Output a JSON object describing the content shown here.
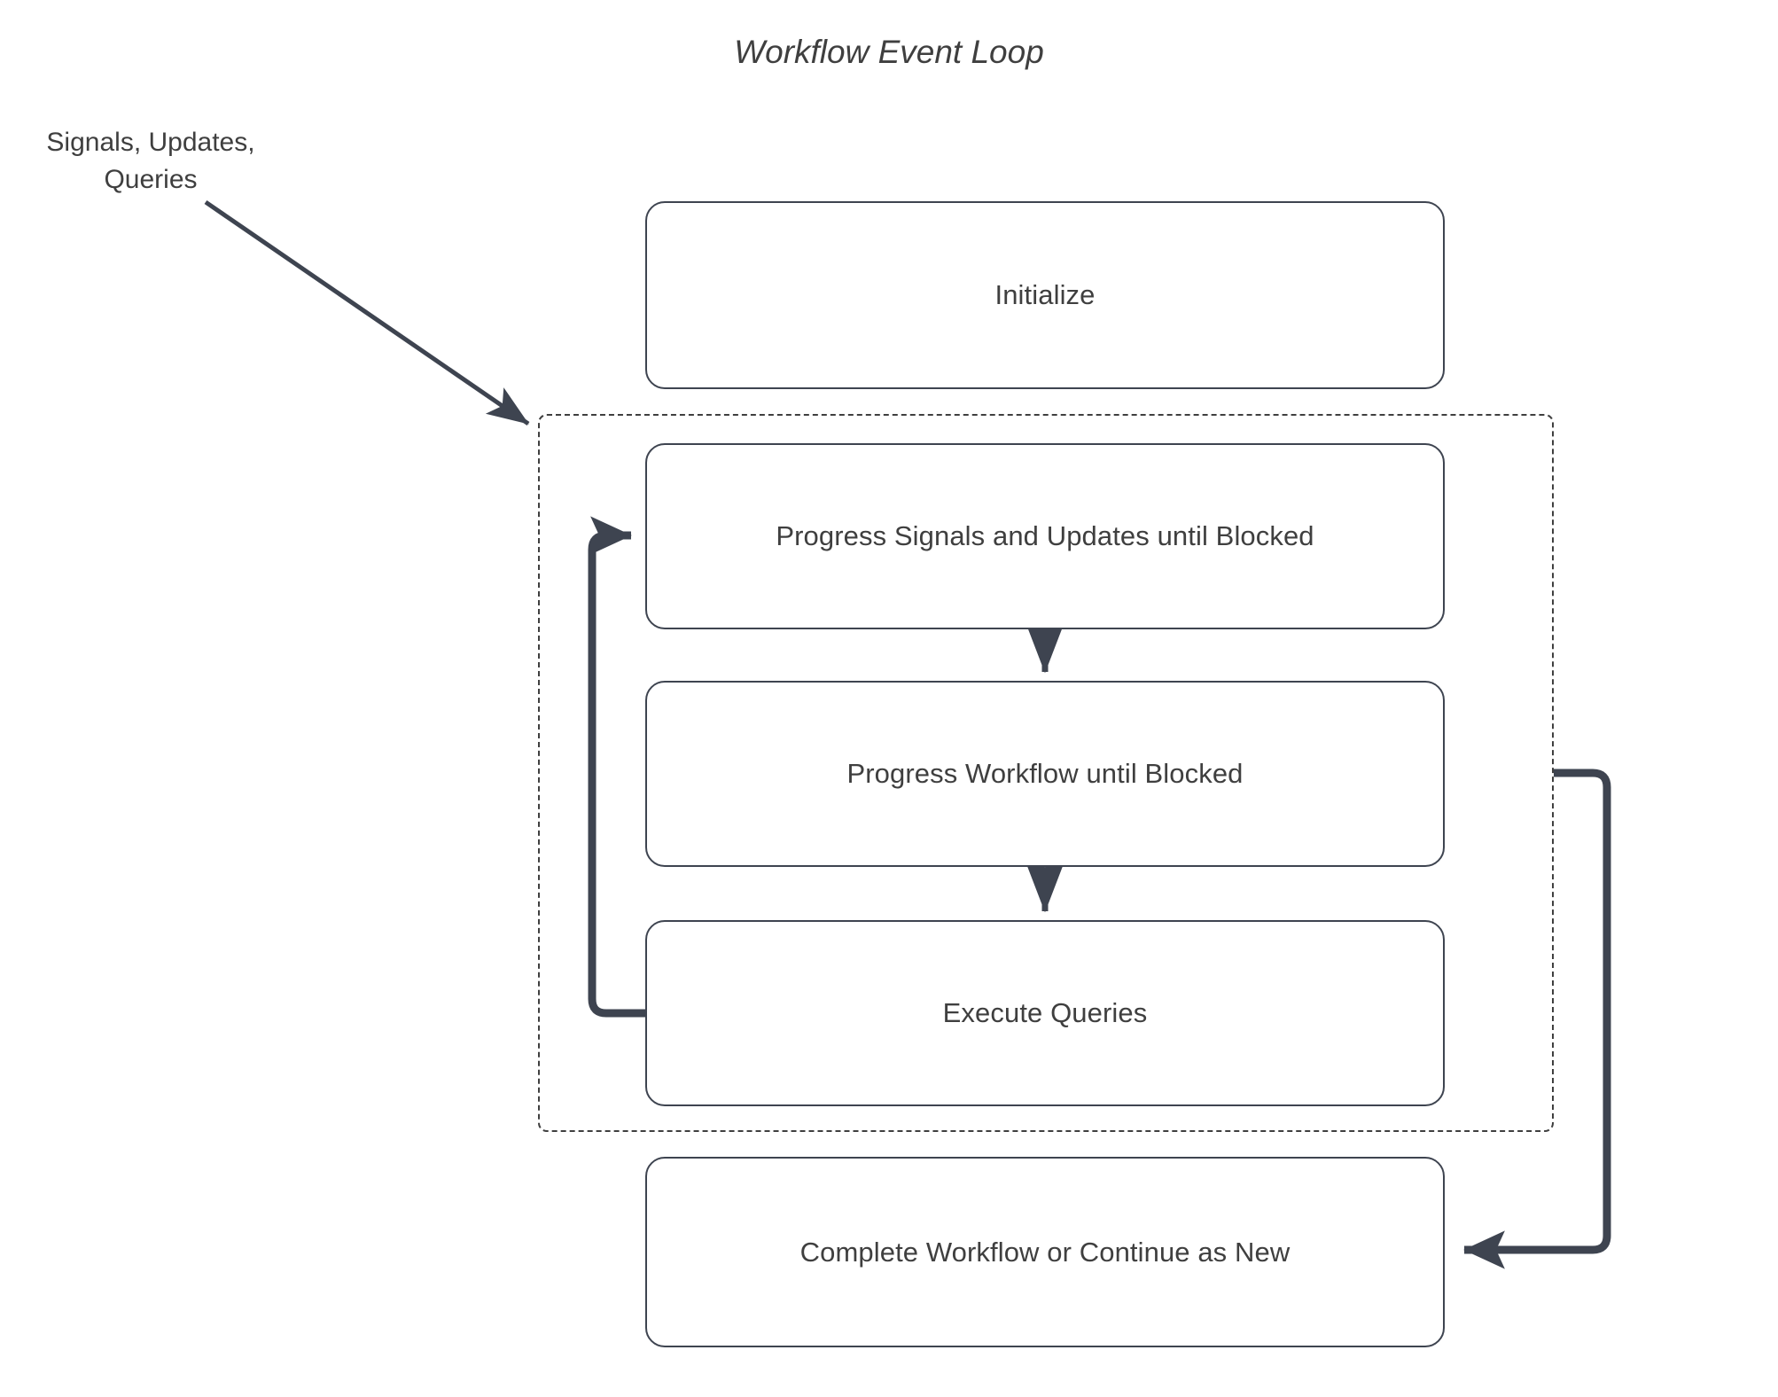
{
  "diagram": {
    "title": "Workflow Event Loop",
    "type": "flowchart",
    "background_color": "#ffffff",
    "line_color": "#3e4450",
    "text_color": "#3f3f3f",
    "input_label": {
      "line1": "Signals, Updates,",
      "line2": "Queries"
    },
    "loop_container": {
      "style": "dashed",
      "label": ""
    },
    "nodes": [
      {
        "id": "initialize",
        "label": "Initialize"
      },
      {
        "id": "progress-signals",
        "label": "Progress Signals and Updates until Blocked"
      },
      {
        "id": "progress-workflow",
        "label": "Progress Workflow until Blocked"
      },
      {
        "id": "execute-queries",
        "label": "Execute Queries"
      },
      {
        "id": "complete-workflow",
        "label": "Complete Workflow or Continue as New"
      }
    ],
    "edges": [
      {
        "from": "input-label",
        "to": "loop-container",
        "style": "thin-diagonal",
        "label": ""
      },
      {
        "from": "progress-signals",
        "to": "progress-workflow",
        "style": "thin-vertical",
        "label": ""
      },
      {
        "from": "progress-workflow",
        "to": "execute-queries",
        "style": "thin-vertical",
        "label": ""
      },
      {
        "from": "execute-queries",
        "to": "progress-signals",
        "style": "thick-loopback-left",
        "label": ""
      },
      {
        "from": "loop-container",
        "to": "complete-workflow",
        "style": "thick-loopback-right",
        "label": ""
      }
    ]
  }
}
